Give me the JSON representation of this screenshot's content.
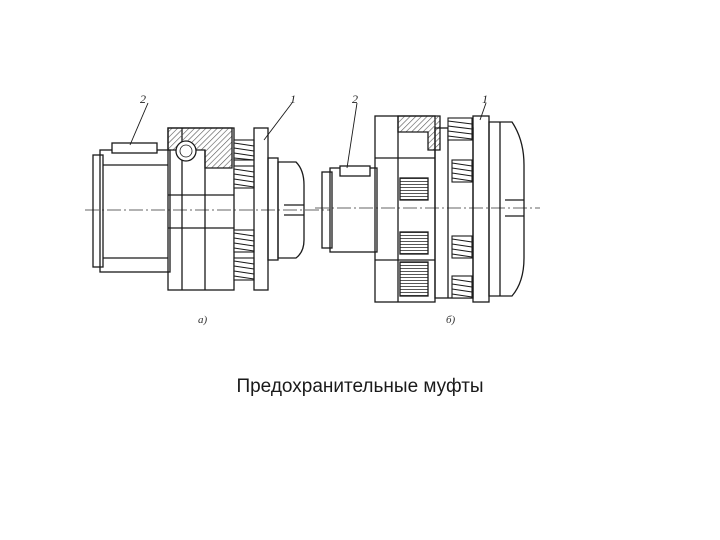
{
  "figure": {
    "left": {
      "part_label_1": "1",
      "part_label_2": "2",
      "sublabel": "а)"
    },
    "right": {
      "part_label_1": "1",
      "part_label_2": "2",
      "sublabel": "б)"
    }
  },
  "caption": "Предохранительные муфты",
  "colors": {
    "line": "#1a1a1a",
    "hatch": "#555555",
    "centerline": "#333333"
  }
}
